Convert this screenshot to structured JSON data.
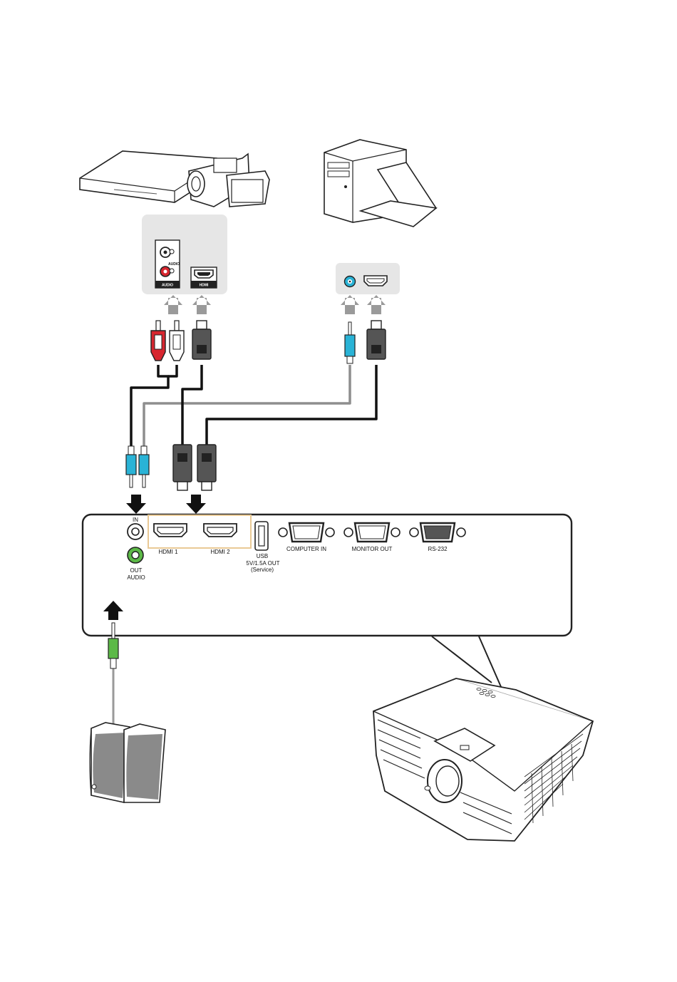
{
  "source_panel": {
    "audio_label": "AUDIO",
    "audio_bar_label": "AUDIO",
    "hdmi_label": "HDMI"
  },
  "projector_panel": {
    "audio_in_label": "IN",
    "audio_out_label": "OUT",
    "audio_group_label": "AUDIO",
    "hdmi1_label": "HDMI 1",
    "hdmi2_label": "HDMI 2",
    "usb_label_line1": "USB",
    "usb_label_line2": "5V/1.5A OUT",
    "usb_label_line3": "(Service)",
    "computer_in_label": "COMPUTER IN",
    "monitor_out_label": "MONITOR OUT",
    "rs232_label": "RS-232"
  },
  "colors": {
    "audio_red": "#d7262f",
    "audio_cyan": "#2ab3d6",
    "audio_green": "#5cb947",
    "arrow_gray": "#9a9a9a",
    "panel_gray": "#e6e6e6",
    "hdmi_highlight": "#e9c995"
  }
}
